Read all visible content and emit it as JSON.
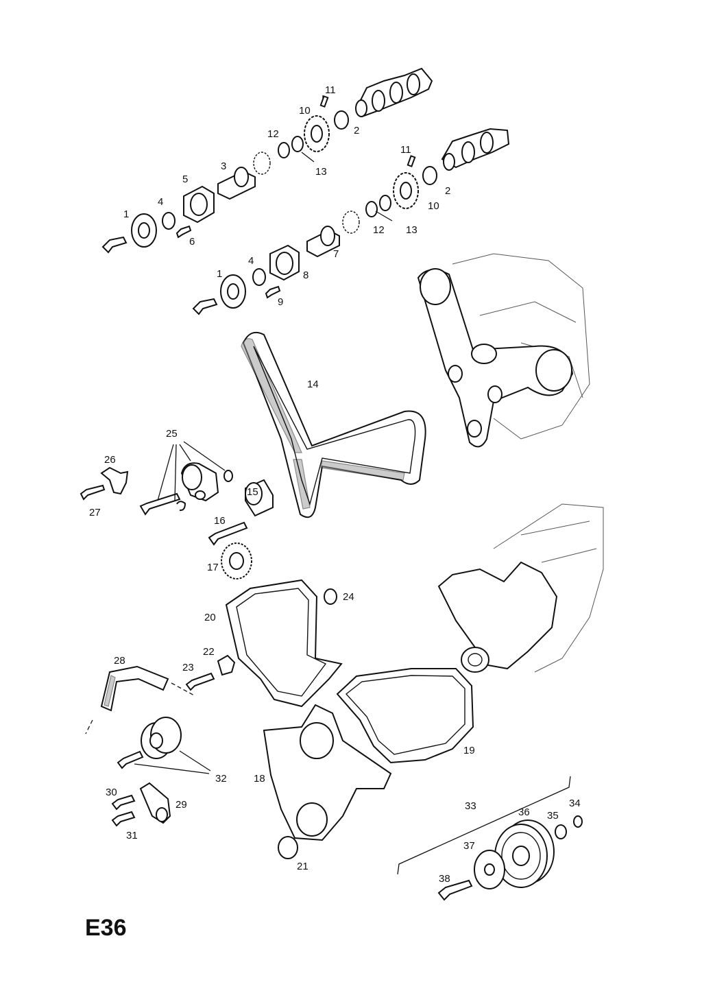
{
  "page": {
    "code": "E36"
  },
  "callouts": [
    {
      "id": "c11a",
      "text": "11"
    },
    {
      "id": "c10a",
      "text": "10"
    },
    {
      "id": "c2a",
      "text": "2"
    },
    {
      "id": "c12a",
      "text": "12"
    },
    {
      "id": "c13a",
      "text": "13"
    },
    {
      "id": "c3",
      "text": "3"
    },
    {
      "id": "c5",
      "text": "5"
    },
    {
      "id": "c4a",
      "text": "4"
    },
    {
      "id": "c1a",
      "text": "1"
    },
    {
      "id": "c6",
      "text": "6"
    },
    {
      "id": "c11b",
      "text": "11"
    },
    {
      "id": "c2b",
      "text": "2"
    },
    {
      "id": "c10b",
      "text": "10"
    },
    {
      "id": "c12b",
      "text": "12"
    },
    {
      "id": "c13b",
      "text": "13"
    },
    {
      "id": "c7",
      "text": "7"
    },
    {
      "id": "c4b",
      "text": "4"
    },
    {
      "id": "c1b",
      "text": "1"
    },
    {
      "id": "c8",
      "text": "8"
    },
    {
      "id": "c9",
      "text": "9"
    },
    {
      "id": "c14",
      "text": "14"
    },
    {
      "id": "c25",
      "text": "25"
    },
    {
      "id": "c26",
      "text": "26"
    },
    {
      "id": "c27",
      "text": "27"
    },
    {
      "id": "c15",
      "text": "15"
    },
    {
      "id": "c16",
      "text": "16"
    },
    {
      "id": "c17",
      "text": "17"
    },
    {
      "id": "c24",
      "text": "24"
    },
    {
      "id": "c20",
      "text": "20"
    },
    {
      "id": "c22",
      "text": "22"
    },
    {
      "id": "c23",
      "text": "23"
    },
    {
      "id": "c28",
      "text": "28"
    },
    {
      "id": "c19",
      "text": "19"
    },
    {
      "id": "c18",
      "text": "18"
    },
    {
      "id": "c32",
      "text": "32"
    },
    {
      "id": "c30",
      "text": "30"
    },
    {
      "id": "c29",
      "text": "29"
    },
    {
      "id": "c31",
      "text": "31"
    },
    {
      "id": "c21",
      "text": "21"
    },
    {
      "id": "c33",
      "text": "33"
    },
    {
      "id": "c36",
      "text": "36"
    },
    {
      "id": "c35",
      "text": "35"
    },
    {
      "id": "c34",
      "text": "34"
    },
    {
      "id": "c37",
      "text": "37"
    },
    {
      "id": "c38",
      "text": "38"
    }
  ]
}
